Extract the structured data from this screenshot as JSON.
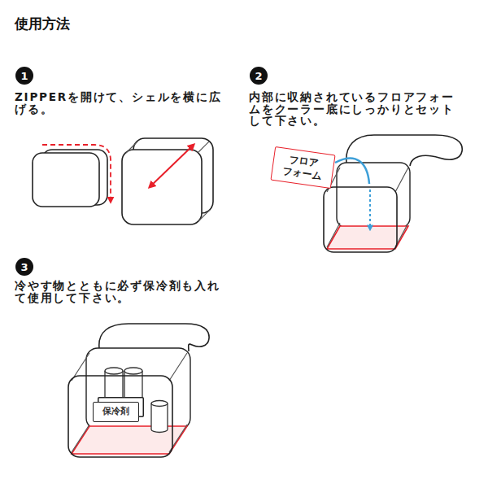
{
  "diagram": {
    "title": "使用方法",
    "nodes": [
      {
        "text": [
          "1"
        ]
      },
      {
        "text": [
          "2"
        ]
      },
      {
        "text": [
          "フロア フォーム"
        ]
      },
      {
        "text": [
          "3"
        ]
      },
      {
        "text": [
          "保冷剤"
        ]
      }
    ],
    "labels": [
      "ZIPPERを開けて、シェルを横に広げる。",
      "内部に収納されているフロアフォームをクーラー底にしっかりとセットして下さい。",
      "冷やす物とともに必ず保冷剤も入れて使用して下さい。"
    ]
  }
}
